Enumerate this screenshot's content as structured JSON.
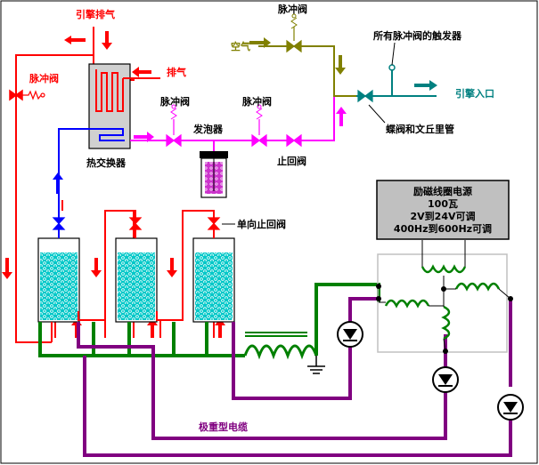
{
  "labels": {
    "engine_exhaust": "引擎排气",
    "pulse_valve_top": "脉冲阀",
    "air": "空气",
    "pulse_valve_left": "脉冲阀",
    "exhaust": "排气",
    "trigger_all_pulse": "所有脉冲阀的触发器",
    "pulse_valve_mid1": "脉冲阀",
    "pulse_valve_mid2": "脉冲阀",
    "bubble_generator": "发泡器",
    "engine_inlet": "引擎入口",
    "butterfly_venturi": "蝶阀和文丘里管",
    "heat_exchanger": "热交换器",
    "check_valve": "止回阀",
    "one_way_check_valve": "单向止回阀",
    "heavy_cable": "极重型电缆"
  },
  "psu": {
    "title": "励磁线圈电源",
    "power": "100瓦",
    "voltage": "2V到24V可调",
    "frequency": "400Hz到600Hz可调"
  },
  "colors": {
    "exhaust_line": "#ff0000",
    "air_line": "#808000",
    "mix_line": "#ff00ff",
    "intake_line": "#008080",
    "coolant_line": "#0000ff",
    "ground_cable": "#008000",
    "heavy_cable": "#800080",
    "coil": "#008000"
  }
}
